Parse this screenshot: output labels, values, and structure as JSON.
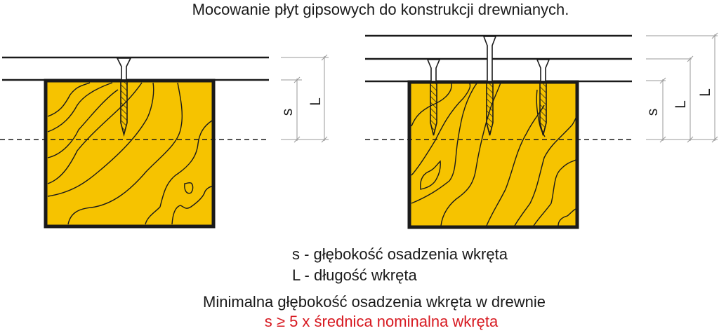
{
  "title": "Mocowanie płyt gipsowych do konstrukcji drewnianych.",
  "colors": {
    "wood_fill": "#F6C300",
    "outline": "#1a1a1a",
    "dimension_line": "#9a9a9a",
    "rule_text": "#d71920"
  },
  "diagrams": {
    "single_layer": {
      "boards": 1,
      "screws": 1,
      "dimension_labels": {
        "s": "s",
        "L": "L"
      }
    },
    "double_layer": {
      "boards": 2,
      "screws": 3,
      "dimension_labels": {
        "s": "s",
        "L1": "L",
        "L2": "L"
      }
    }
  },
  "legend": {
    "s": "s - głębokość osadzenia wkręta",
    "L": "L - długość wkręta"
  },
  "rule": {
    "heading": "Minimalna głębokość osadzenia wkręta w drewnie",
    "formula": "s ≥ 5 x średnica nominalna wkręta"
  }
}
